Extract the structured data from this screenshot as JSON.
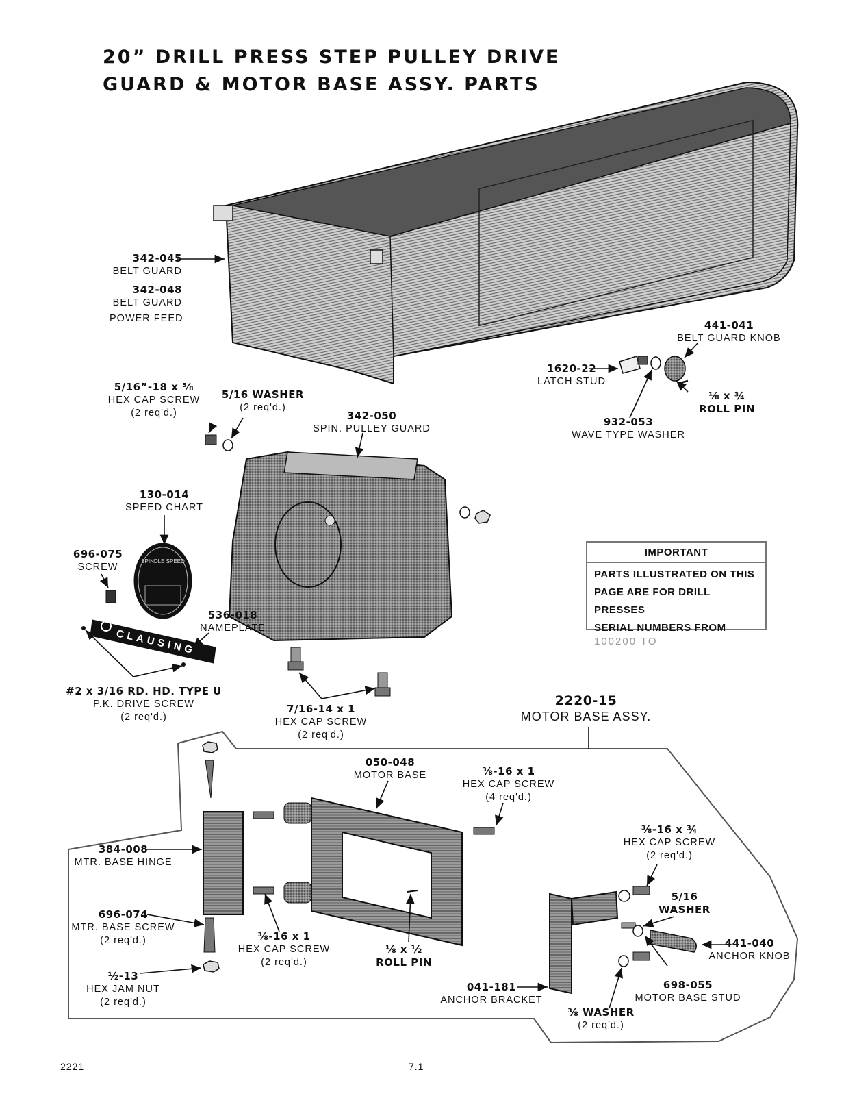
{
  "title": {
    "line1": "20” DRILL PRESS STEP PULLEY DRIVE",
    "line2": "GUARD & MOTOR BASE ASSY. PARTS"
  },
  "parts": {
    "belt_guard": {
      "number": "342-045",
      "name": "BELT GUARD"
    },
    "belt_guard_pf": {
      "number": "342-048",
      "name": "BELT GUARD",
      "note": "POWER FEED"
    },
    "knob": {
      "number": "441-041",
      "name": "BELT GUARD KNOB"
    },
    "latch_stud": {
      "number": "1620-22",
      "name": "LATCH STUD"
    },
    "roll_pin_a": {
      "number": "⅛ x ¾",
      "name": "ROLL PIN"
    },
    "wave_washer": {
      "number": "932-053",
      "name": "WAVE TYPE WASHER"
    },
    "hex_screw_a": {
      "number": "5/16”-18 x ⁵⁄₈",
      "name": "HEX CAP SCREW",
      "qty": "(2 req'd.)"
    },
    "washer_a": {
      "number": "5/16 WASHER",
      "qty": "(2 req'd.)"
    },
    "pulley_guard": {
      "number": "342-050",
      "name": "SPIN. PULLEY GUARD"
    },
    "speed_chart": {
      "number": "130-014",
      "name": "SPEED CHART",
      "plate_text": "SPINDLE SPEED"
    },
    "screw_a": {
      "number": "696-075",
      "name": "SCREW"
    },
    "nameplate": {
      "number": "536-018",
      "name": "NAMEPLATE",
      "plate_text": "CLAUSING"
    },
    "pk_screw": {
      "number": "#2 x 3/16 RD. HD. TYPE U",
      "name": "P.K. DRIVE SCREW",
      "qty": "(2 req'd.)"
    },
    "hex_screw_b": {
      "number": "7/16-14 x 1",
      "name": "HEX CAP SCREW",
      "qty": "(2 req'd.)"
    },
    "motor_base_assy": {
      "number": "2220-15",
      "name": "MOTOR BASE ASSY."
    },
    "motor_base": {
      "number": "050-048",
      "name": "MOTOR BASE"
    },
    "hex_screw_c": {
      "number": "⅜-16 x 1",
      "name": "HEX CAP SCREW",
      "qty": "(4 req'd.)"
    },
    "hinge": {
      "number": "384-008",
      "name": "MTR. BASE HINGE"
    },
    "mtr_screw": {
      "number": "696-074",
      "name": "MTR. BASE SCREW",
      "qty": "(2 req'd.)"
    },
    "jam_nut": {
      "number": "½-13",
      "name": "HEX JAM NUT",
      "qty": "(2 req'd.)"
    },
    "hex_screw_d": {
      "number": "⅜-16 x 1",
      "name": "HEX CAP SCREW",
      "qty": "(2 req'd.)"
    },
    "roll_pin_b": {
      "number": "⅛ x ½",
      "name": "ROLL PIN"
    },
    "hex_screw_e": {
      "number": "⅜-16 x ¾",
      "name": "HEX CAP SCREW",
      "qty": "(2 req'd.)"
    },
    "washer_b": {
      "number": "5/16",
      "name": "WASHER"
    },
    "anchor_knob": {
      "number": "441-040",
      "name": "ANCHOR KNOB"
    },
    "base_stud": {
      "number": "698-055",
      "name": "MOTOR BASE STUD"
    },
    "anchor_bracket": {
      "number": "041-181",
      "name": "ANCHOR BRACKET"
    },
    "washer_c": {
      "number": "⅜ WASHER",
      "qty": "(2 req'd.)"
    }
  },
  "important": {
    "heading": "IMPORTANT",
    "lines": [
      "PARTS ILLUSTRATED ON THIS",
      "PAGE ARE FOR DRILL PRESSES",
      "SERIAL NUMBERS FROM"
    ],
    "serial": "100200 TO"
  },
  "footer": {
    "left": "2221",
    "center": "7.1"
  }
}
